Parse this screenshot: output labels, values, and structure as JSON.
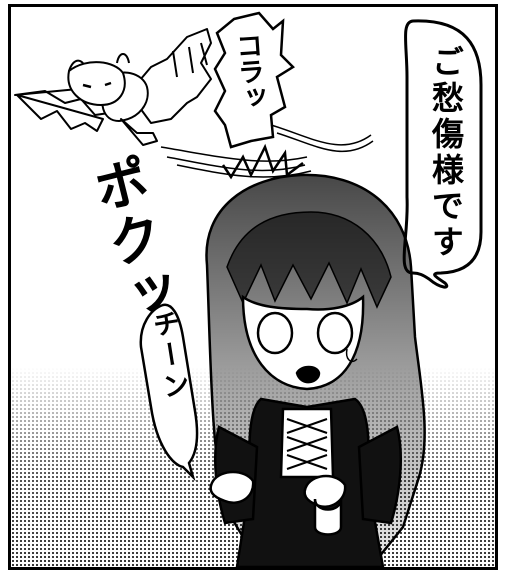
{
  "panel": {
    "speech": "ご愁傷様です",
    "sfx_korat": "コラッ",
    "sfx_pokutt": "ポクッ",
    "sfx_chiin": "チーン"
  }
}
